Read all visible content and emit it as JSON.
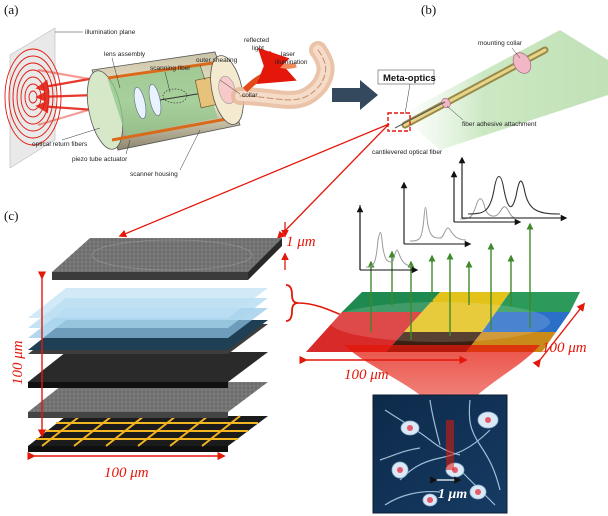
{
  "panel_labels": {
    "a": "(a)",
    "b": "(b)",
    "c": "(c)"
  },
  "panel_a": {
    "illumination_plane": "illumination plane",
    "lens_assembly": "lens assembly",
    "scanning_fiber": "scanning fiber",
    "outer_sheating": "outer sheating",
    "collar": "collar",
    "reflected_light": [
      "reflected",
      "light"
    ],
    "laser_illumination": [
      "laser",
      "illumination"
    ],
    "optical_return_fibers": "optical return fibers",
    "piezo_tube_actuator": "piezo tube actuator",
    "scanner_housing": "scanner housing"
  },
  "panel_b": {
    "mounting_collar": "mounting collar",
    "meta_optics": "Meta-optics",
    "fiber_adhesive": "fiber adhesive attachment",
    "cantilevered_fiber": "cantilevered optical fiber"
  },
  "panel_c": {
    "thickness": "1 μm",
    "stack_height": "100 μm",
    "stack_width": "100 μm",
    "filter_depth": "100 μm",
    "filter_width": "100 μm",
    "cell_scale": "1 μm"
  },
  "colors": {
    "accent_red": "#e3170a",
    "arrow_green": "#3f8a2a",
    "filter_tiles": [
      "#1f8a4f",
      "#d92a2a",
      "#e3c21a",
      "#2b6fc9",
      "#c98a1a",
      "#3b1f10"
    ]
  }
}
